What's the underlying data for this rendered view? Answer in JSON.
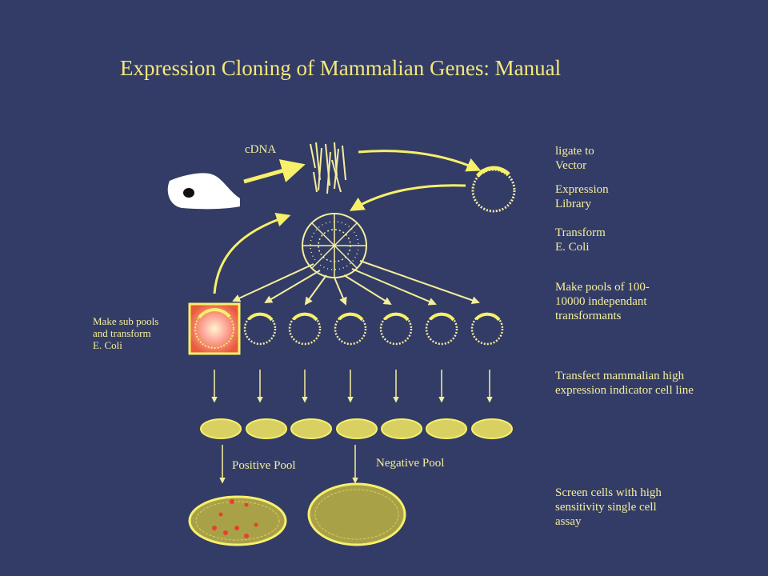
{
  "title": "Expression Cloning of Mammalian Genes: Manual",
  "labels": {
    "cdna": "cDNA",
    "ligate": "ligate to\nVector",
    "expression_library": "Expression\nLibrary",
    "transform": "Transform\nE. Coli",
    "make_pools": "Make pools of 100-\n10000 independant\ntransformants",
    "make_sub_pools": "Make sub pools\nand transform\nE. Coli",
    "transfect": "Transfect mammalian high\nexpression indicator cell line",
    "positive_pool": "Positive Pool",
    "negative_pool": "Negative Pool",
    "screen": "Screen cells with high\nsensitivity single cell\nassay"
  },
  "colors": {
    "background": "#333c66",
    "title": "#f4e87a",
    "label": "#f4ee9c",
    "arrow": "#f7f06a",
    "highlight_box": "#e8402a",
    "positive_dot": "#e8402a"
  },
  "pool_count": 7
}
